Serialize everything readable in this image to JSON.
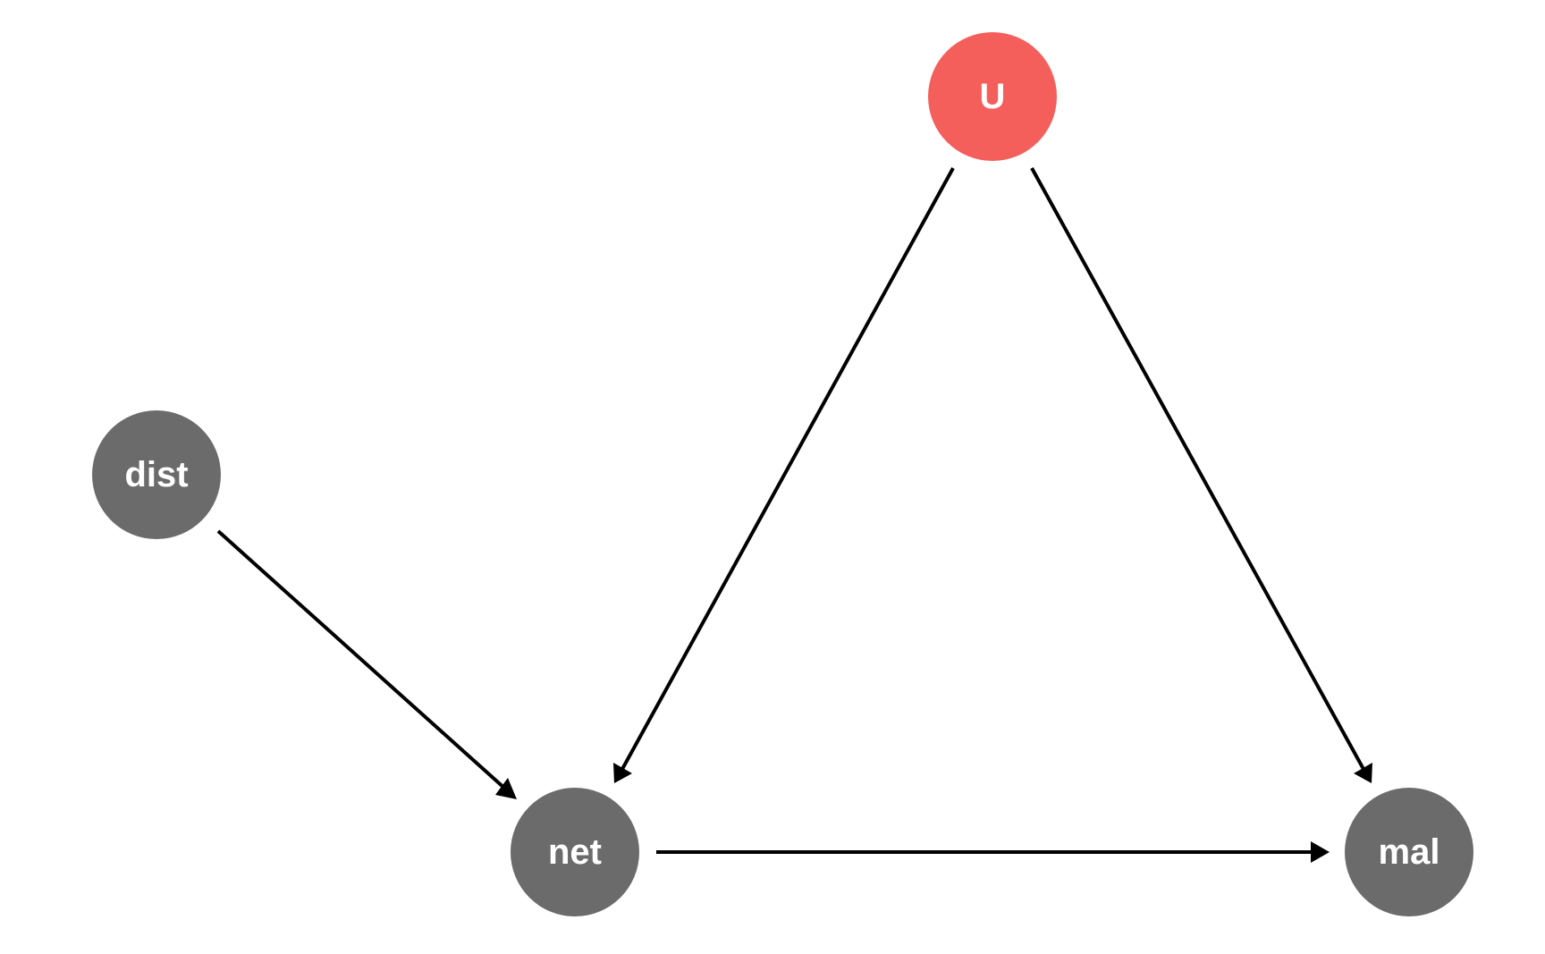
{
  "diagram": {
    "type": "directed-acyclic-graph",
    "colors": {
      "default_node": "#6b6b6b",
      "latent_node": "#f45f5b",
      "label": "#ffffff",
      "edge": "#000000"
    },
    "nodes": [
      {
        "id": "dist",
        "label": "dist",
        "kind": "observed"
      },
      {
        "id": "net",
        "label": "net",
        "kind": "observed"
      },
      {
        "id": "mal",
        "label": "mal",
        "kind": "observed"
      },
      {
        "id": "U",
        "label": "U",
        "kind": "latent"
      }
    ],
    "edges": [
      {
        "from": "dist",
        "to": "net"
      },
      {
        "from": "U",
        "to": "net"
      },
      {
        "from": "U",
        "to": "mal"
      },
      {
        "from": "net",
        "to": "mal"
      }
    ]
  }
}
